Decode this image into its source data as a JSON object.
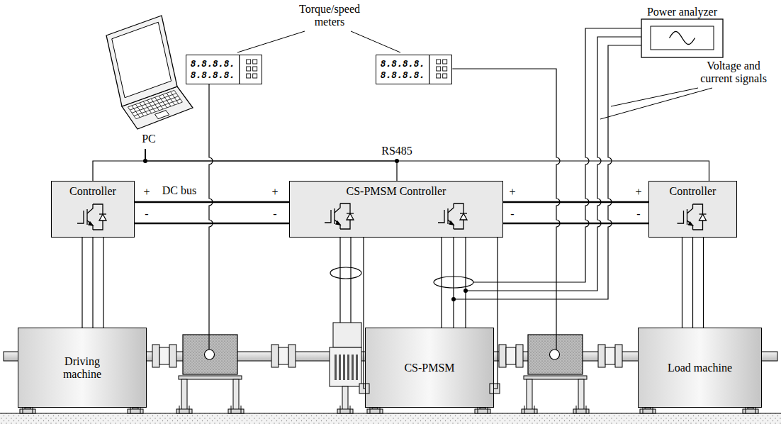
{
  "diagram": {
    "nodes": [
      {
        "text": [
          "PC"
        ]
      },
      {
        "text": [
          "8.8.8.8.",
          "8.8.8.8."
        ]
      },
      {
        "text": [
          "8.8.8.8.",
          "8.8.8.8."
        ]
      },
      {
        "text": [
          "Power analyzer"
        ]
      },
      {
        "text": [
          "Controller"
        ]
      },
      {
        "text": [
          "CS-PMSM Controller"
        ]
      },
      {
        "text": [
          "Controller"
        ]
      },
      {
        "text": [
          "Driving machine"
        ]
      },
      {
        "text": [
          "CS-PMSM"
        ]
      },
      {
        "text": [
          "Load machine"
        ]
      }
    ],
    "edges": [
      {
        "from": 0,
        "to": 4,
        "arrow": "none"
      },
      {
        "from": 0,
        "to": 5,
        "arrow": "none"
      },
      {
        "from": 0,
        "to": 6,
        "arrow": "none"
      },
      {
        "from": 4,
        "to": 5,
        "arrow": "none"
      },
      {
        "from": 4,
        "to": 5,
        "arrow": "none"
      },
      {
        "from": 5,
        "to": 6,
        "arrow": "none"
      },
      {
        "from": 5,
        "to": 6,
        "arrow": "none"
      },
      {
        "from": 4,
        "to": 7,
        "arrow": "none"
      },
      {
        "from": 4,
        "to": 7,
        "arrow": "none"
      },
      {
        "from": 4,
        "to": 7,
        "arrow": "none"
      },
      {
        "from": 6,
        "to": 9,
        "arrow": "none"
      },
      {
        "from": 6,
        "to": 9,
        "arrow": "none"
      },
      {
        "from": 6,
        "to": 9,
        "arrow": "none"
      },
      {
        "from": 5,
        "to": 8,
        "arrow": "none"
      },
      {
        "from": 5,
        "to": 8,
        "arrow": "none"
      },
      {
        "from": 5,
        "to": 8,
        "arrow": "none"
      },
      {
        "from": 5,
        "to": 8,
        "arrow": "none"
      },
      {
        "from": 5,
        "to": 8,
        "arrow": "none"
      }
    ],
    "labels": [
      "Torque/speed meters",
      "Voltage and current signals",
      "RS485",
      "+",
      "DC bus",
      "+",
      "+",
      "+",
      "-",
      "-",
      "-",
      "-"
    ]
  }
}
